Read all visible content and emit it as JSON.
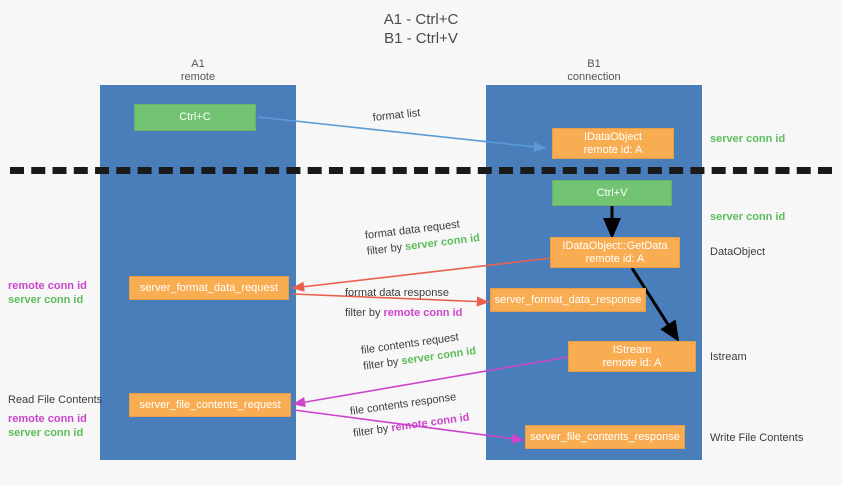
{
  "title": {
    "line1": "A1 - Ctrl+C",
    "line2": "B1 - Ctrl+V"
  },
  "columns": [
    {
      "name": "A1",
      "sub": "remote"
    },
    {
      "name": "B1",
      "sub": "connection"
    }
  ],
  "nodes": {
    "ctrl_c": {
      "label": "Ctrl+C"
    },
    "data_object": {
      "line1": "IDataObject",
      "line2": "remote id: A"
    },
    "ctrl_v": {
      "label": "Ctrl+V"
    },
    "get_data": {
      "line1": "IDataObject::GetData",
      "line2": "remote id: A"
    },
    "format_req": {
      "label": "server_format_data_request"
    },
    "format_resp": {
      "label": "server_format_data_response"
    },
    "istream": {
      "line1": "IStream",
      "line2": "remote id: A"
    },
    "file_req": {
      "label": "server_file_contents_request"
    },
    "file_resp": {
      "label": "server_file_contents_response"
    }
  },
  "edge_labels": {
    "format_list": {
      "text": "format list"
    },
    "format_data_request": {
      "line1": "format data request",
      "prefix": "filter by ",
      "highlight": "server conn id"
    },
    "format_data_response": {
      "line1": "format data response",
      "prefix": "filter by ",
      "highlight": "remote conn id"
    },
    "file_contents_request": {
      "line1": "file contents request",
      "prefix": "filter by ",
      "highlight": "server conn id"
    },
    "file_contents_response": {
      "line1": "file contents response",
      "prefix": "filter by ",
      "highlight": "remote conn id"
    }
  },
  "side_labels": {
    "right_server_conn_1": "server conn id",
    "right_server_conn_2": "server conn id",
    "right_data_object": "DataObject",
    "right_istream": "Istream",
    "right_write_file": "Write File Contents",
    "left_remote_conn_1": "remote conn id",
    "left_server_conn_1": "server conn id",
    "left_read_file": "Read File Contents",
    "left_remote_conn_2": "remote conn id",
    "left_server_conn_2": "server conn id"
  },
  "colors": {
    "lane": "#4a7ebb",
    "node_green": "#72c472",
    "node_orange": "#f9ad52",
    "server_conn": "#5bbd5b",
    "remote_conn": "#cc44cc",
    "arrow_blue": "#5b9bd5",
    "arrow_red": "#e8614d",
    "arrow_magenta": "#cc44cc",
    "arrow_black": "#000000",
    "background": "#f7f7f7"
  }
}
